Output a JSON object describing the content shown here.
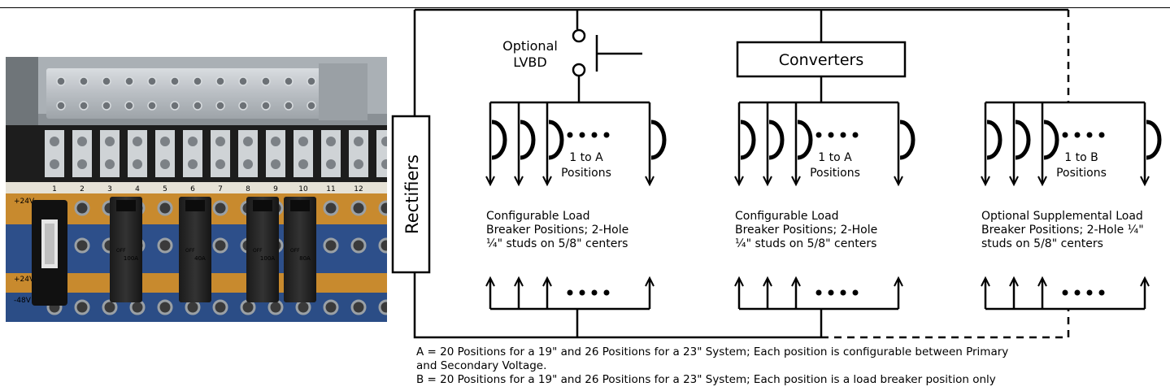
{
  "photo": {
    "position_numbers": [
      "1",
      "2",
      "3",
      "4",
      "5",
      "6",
      "7",
      "8",
      "9",
      "10",
      "11",
      "12"
    ],
    "rail_labels": [
      "+24V",
      "+24V",
      "-48V"
    ],
    "breaker_ratings": [
      "100A",
      "40A",
      "100A",
      "80A"
    ],
    "breaker_off_label": "OFF"
  },
  "diagram": {
    "rectifiers_label": "Rectifiers",
    "lvbd_label": [
      "Optional",
      "LVBD"
    ],
    "converters_label": "Converters",
    "panels": [
      {
        "positions_label": [
          "1 to A",
          "Positions"
        ],
        "description": [
          "Configurable Load",
          "Breaker Positions; 2-Hole",
          "¼\" studs on 5/8\" centers"
        ]
      },
      {
        "positions_label": [
          "1 to A",
          "Positions"
        ],
        "description": [
          "Configurable Load",
          "Breaker Positions; 2-Hole",
          "¼\" studs on 5/8\" centers"
        ]
      },
      {
        "positions_label": [
          "1 to B",
          "Positions"
        ],
        "description": [
          "Optional Supplemental Load",
          "Breaker Positions; 2-Hole ¼\"",
          "studs on 5/8\" centers"
        ]
      }
    ]
  },
  "footnotes": {
    "line_a1": "A = 20 Positions for a 19\" and 26 Positions for a 23\" System;  Each position is configurable between Primary",
    "line_a2": "and Secondary Voltage.",
    "line_b1": "B = 20 Positions for a 19\" and 26 Positions for a 23\" System;  Each position is a load breaker position only"
  }
}
